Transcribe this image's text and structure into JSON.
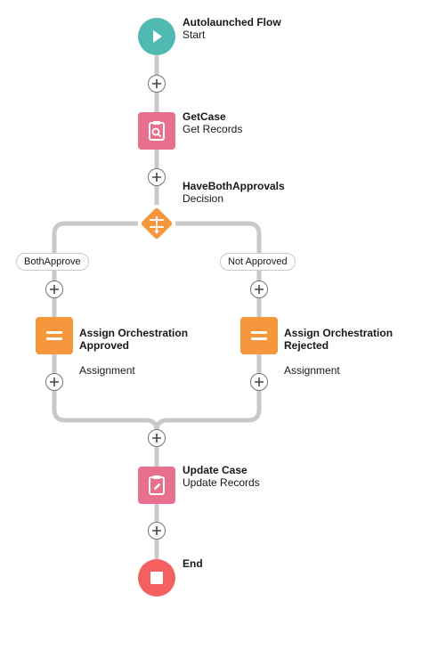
{
  "flow": {
    "start": {
      "title": "Autolaunched Flow",
      "type": "Start",
      "icon": "play-icon"
    },
    "get_case": {
      "title": "GetCase",
      "type": "Get Records",
      "icon": "clipboard-search-icon"
    },
    "decision": {
      "title": "HaveBothApprovals",
      "type": "Decision",
      "icon": "decision-arrows-icon"
    },
    "branch_left": {
      "label": "BothApprove"
    },
    "branch_right": {
      "label": "Not Approved"
    },
    "assign_approved": {
      "title": "Assign Orchestration\nApproved",
      "type": "Assignment",
      "icon": "assignment-lines-icon"
    },
    "assign_rejected": {
      "title": "Assign Orchestration\nRejected",
      "type": "Assignment",
      "icon": "assignment-lines-icon"
    },
    "update_case": {
      "title": "Update Case",
      "type": "Update Records",
      "icon": "clipboard-pencil-icon"
    },
    "end": {
      "title": "End",
      "icon": "stop-icon"
    }
  },
  "colors": {
    "start": "#4fb9b2",
    "records": "#e8708e",
    "decision": "#f6963d",
    "assignment": "#f6963d",
    "end": "#f45f5f",
    "connector": "#c9c9c9"
  }
}
